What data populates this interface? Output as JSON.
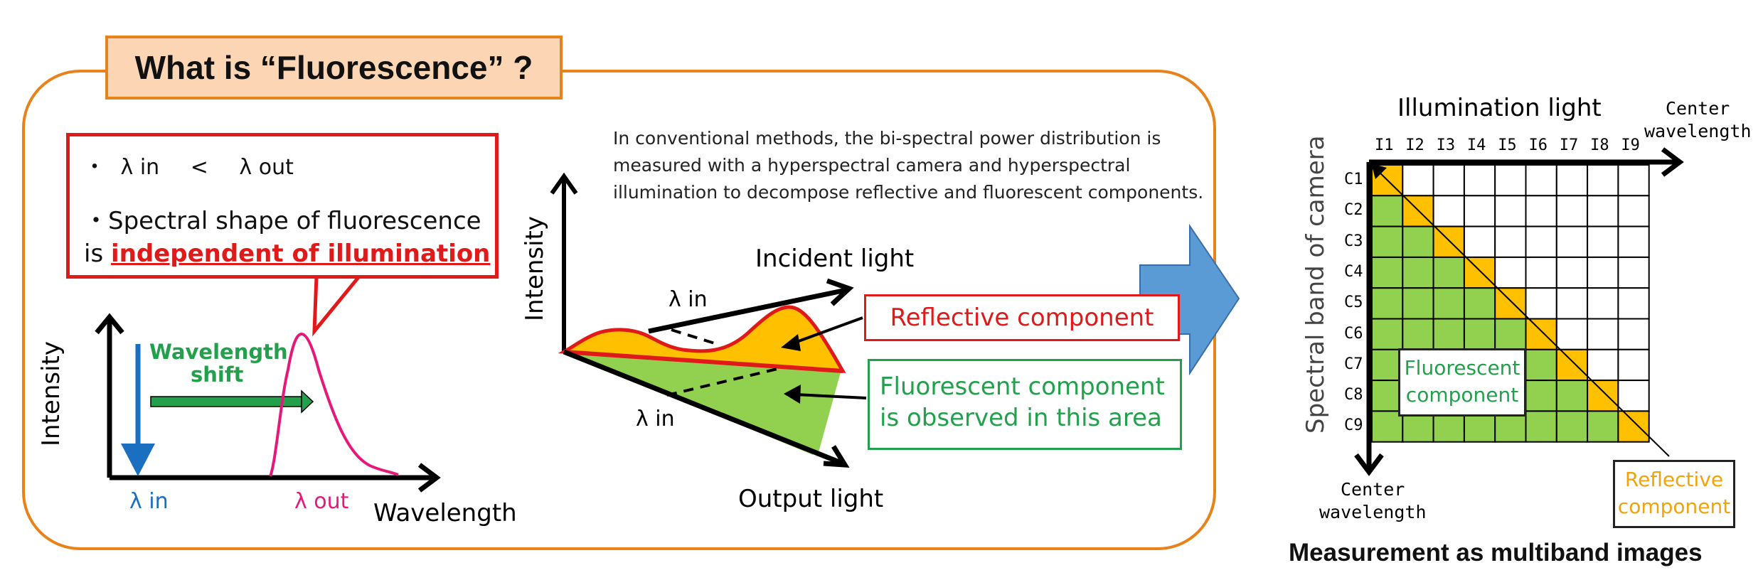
{
  "title": "What is “Fluorescence” ?",
  "property_box": {
    "line1_bullet": "・",
    "line1_in": "λ in",
    "line1_lt": "<",
    "line1_out": "λ out",
    "line2": "・Spectral shape of  fluorescence",
    "line3_prefix": "is ",
    "line3_highlight": "independent of illumination"
  },
  "spectrum_plot": {
    "ylabel": "Intensity",
    "xlabel": "Wavelength",
    "shift_label_1": "Wavelength",
    "shift_label_2": "shift",
    "lambda_in": "λ in",
    "lambda_out": "λ out"
  },
  "paragraph": "In conventional methods, the bi-spectral power distribution is measured with a hyperspectral camera and hyperspectral illumination to decompose reflective and fluorescent components.",
  "bispectral_plot": {
    "ylabel": "Intensity",
    "incident_label": "Incident light",
    "output_label": "Output light",
    "lambda_in_top": "λ in",
    "lambda_in_bottom": "λ in",
    "reflective_label": "Reflective component",
    "fluorescent_label_1": "Fluorescent component",
    "fluorescent_label_2": "is observed in this area"
  },
  "matrix": {
    "title": "Illumination light",
    "x_axis_end_1": "Center",
    "x_axis_end_2": "wavelength",
    "y_axis_label": "Spectral band of camera",
    "y_axis_end_1": "Center",
    "y_axis_end_2": "wavelength",
    "columns": [
      "I1",
      "I2",
      "I3",
      "I4",
      "I5",
      "I6",
      "I7",
      "I8",
      "I9"
    ],
    "rows": [
      "C1",
      "C2",
      "C3",
      "C4",
      "C5",
      "C6",
      "C7",
      "C8",
      "C9"
    ],
    "legend_fluorescent_1": "Fluorescent",
    "legend_fluorescent_2": "component",
    "legend_reflective_1": "Reflective",
    "legend_reflective_2": "component",
    "colors": {
      "fluorescent": "#92d050",
      "reflective": "#ffc000",
      "empty": "#ffffff"
    }
  },
  "bottom_title": "Measurement as multiband images",
  "colors": {
    "orange": "#e8821a",
    "red": "#e01919",
    "green": "#22a04b",
    "pink": "#e6197a",
    "blue": "#1a6fc0",
    "arrow_blue": "#5b9bd5"
  }
}
